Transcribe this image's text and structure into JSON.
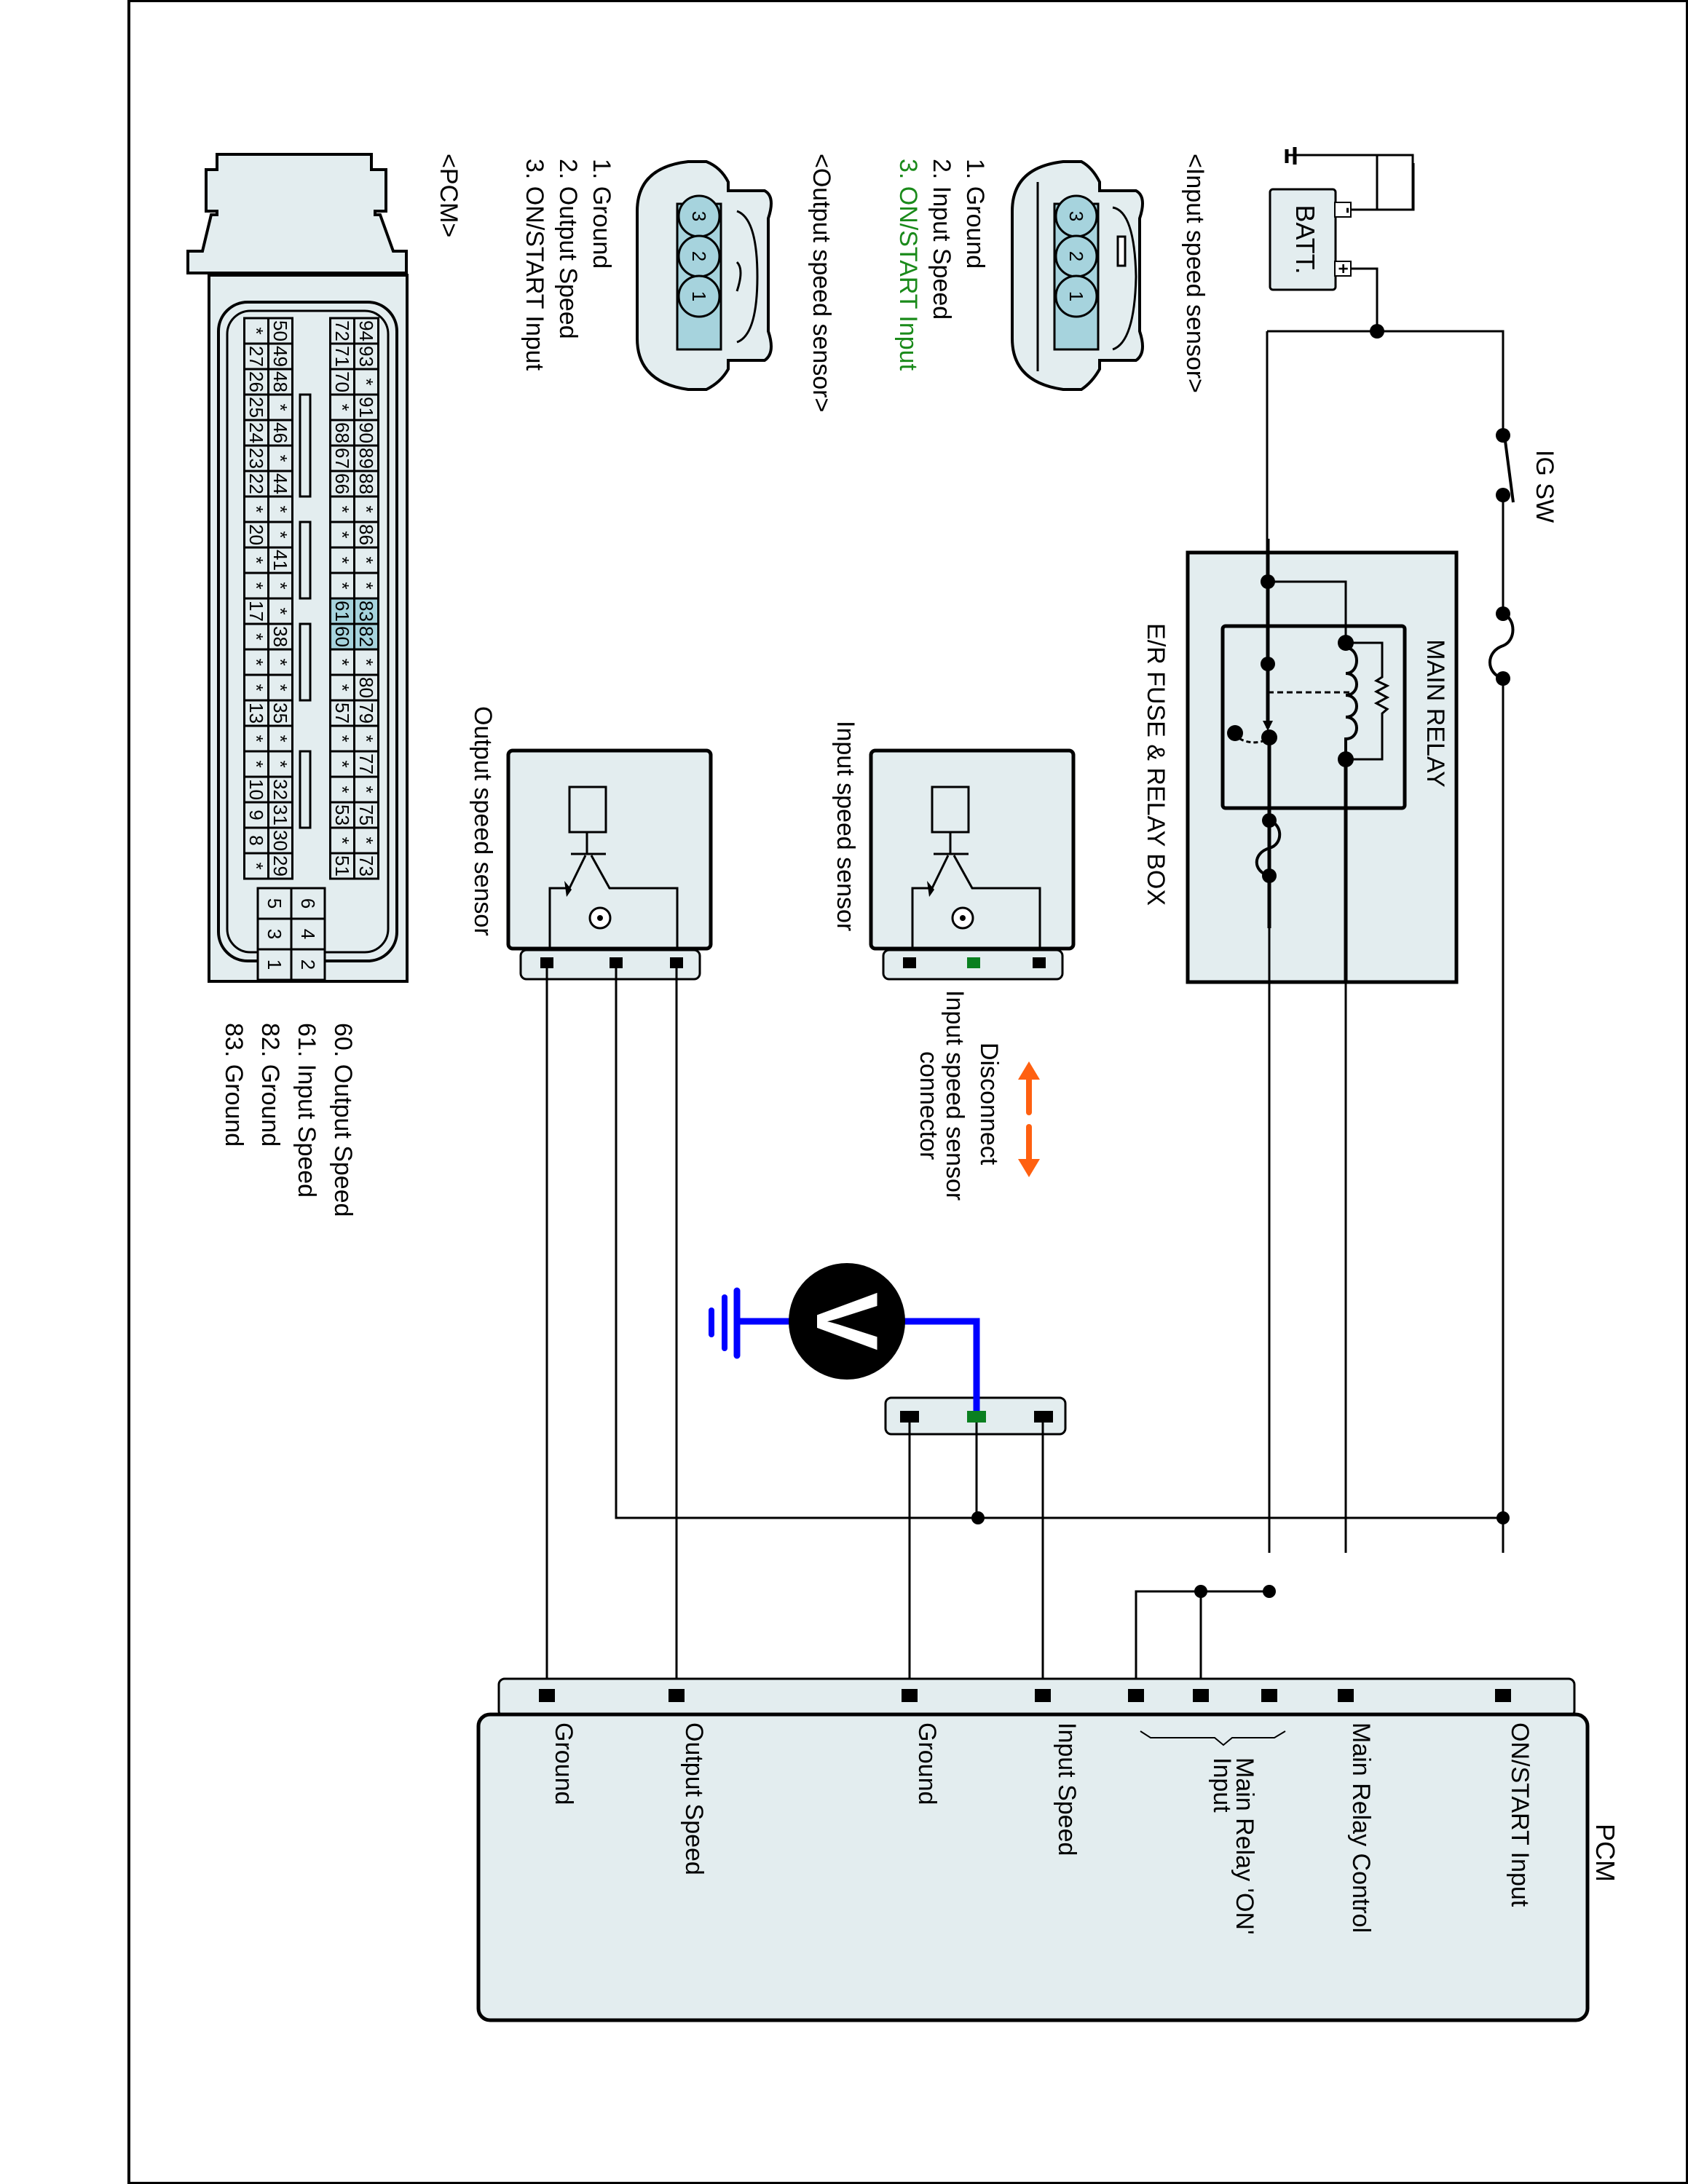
{
  "colors": {
    "wire": "#000000",
    "component_fill": "#e3edef",
    "highlight_pin": "#a6d3dd",
    "probe_wire": "#0000ff",
    "tested_pin": "#0a8020",
    "disconnect_arrow": "#ff6010",
    "highlight_text": "#1a8a1a"
  },
  "battery": {
    "label": "BATT.",
    "neg": "-",
    "pos": "+"
  },
  "ig_switch": {
    "label": "IG SW"
  },
  "relay_box": {
    "label": "E/R FUSE & RELAY BOX",
    "relay_label": "MAIN RELAY"
  },
  "input_sensor_connector": {
    "title": "<Input speed sensor>",
    "pins": [
      "3",
      "2",
      "1"
    ],
    "legend": [
      "1. Ground",
      "2. Input Speed",
      "3. ON/START Input"
    ],
    "highlighted_legend_index": 2
  },
  "output_sensor_connector": {
    "title": "<Output speed sensor>",
    "pins": [
      "3",
      "2",
      "1"
    ],
    "legend": [
      "1. Ground",
      "2. Output Speed",
      "3. ON/START Input"
    ]
  },
  "pcm_connector": {
    "title": "<PCM>",
    "rows": [
      [
        "94",
        "93",
        "*",
        "91",
        "90",
        "89",
        "88",
        "*",
        "86",
        "*",
        "*",
        "83",
        "82",
        "*",
        "80",
        "79",
        "*",
        "77",
        "*",
        "75",
        "*",
        "73"
      ],
      [
        "72",
        "71",
        "70",
        "*",
        "68",
        "67",
        "66",
        "*",
        "*",
        "*",
        "*",
        "61",
        "60",
        "*",
        "*",
        "57",
        "*",
        "*",
        "*",
        "53",
        "*",
        "51"
      ],
      [
        "50",
        "49",
        "48",
        "*",
        "46",
        "*",
        "44",
        "*",
        "*",
        "41",
        "*",
        "*",
        "38",
        "*",
        "*",
        "35",
        "*",
        "*",
        "32",
        "31",
        "30",
        "29"
      ],
      [
        "*",
        "27",
        "26",
        "25",
        "24",
        "23",
        "22",
        "*",
        "20",
        "*",
        "*",
        "17",
        "*",
        "*",
        "*",
        "13",
        "*",
        "*",
        "10",
        "9",
        "8",
        "*"
      ]
    ],
    "highlighted_pins": [
      "83",
      "82",
      "61",
      "60"
    ],
    "power_pins": [
      [
        "6",
        "5"
      ],
      [
        "4",
        "3"
      ],
      [
        "2",
        "1"
      ]
    ],
    "pin_legend": [
      "60. Output Speed",
      "61. Input Speed",
      "82. Ground",
      "83. Ground"
    ]
  },
  "input_speed_sensor": {
    "label": "Input speed sensor"
  },
  "output_speed_sensor": {
    "label": "Output speed sensor"
  },
  "disconnect_note": {
    "lines": [
      "Disconnect",
      "Input speed sensor",
      "connector"
    ]
  },
  "voltmeter": {
    "symbol": "V"
  },
  "pcm": {
    "title": "PCM",
    "terminals": [
      {
        "label": "ON/START Input"
      },
      {
        "label": "Main Relay Control"
      },
      {
        "label": "Main Relay 'ON'",
        "label2": "Input"
      },
      {
        "label": "Input Speed"
      },
      {
        "label": "Ground"
      },
      {
        "label": "Output Speed"
      },
      {
        "label": "Ground"
      }
    ]
  }
}
